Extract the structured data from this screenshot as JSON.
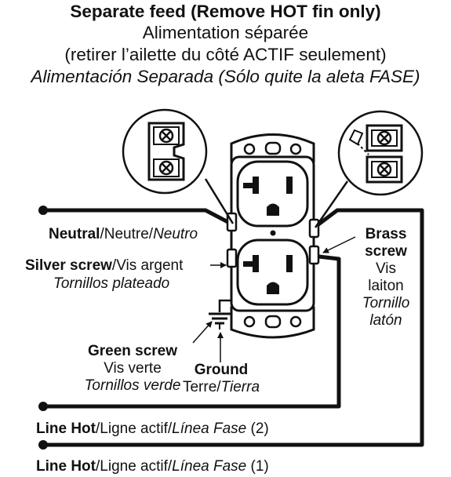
{
  "title": {
    "english": "Separate feed (Remove HOT fin only)",
    "french": "Alimentation séparée",
    "french_note": "(retirer l’ailette du côté ACTIF seulement)",
    "spanish": "Alimentación Separada (Sólo quite la aleta FASE)"
  },
  "labels": {
    "neutral": {
      "en": "Neutral",
      "fr": "/Neutre/",
      "es": "Neutro"
    },
    "silver_screw": {
      "en": "Silver screw",
      "fr": "/Vis argent",
      "es": "Tornillos plateado"
    },
    "brass_screw": {
      "en1": "Brass",
      "en2": "screw",
      "fr1": "Vis",
      "fr2": "laiton",
      "es1": "Tornillo",
      "es2": "latón"
    },
    "green_screw": {
      "en": "Green screw",
      "fr": "Vis verte",
      "es": "Tornillos verde"
    },
    "ground": {
      "en": "Ground",
      "fr": "Terre/",
      "es": "Tierra"
    },
    "line_hot_2": {
      "en": "Line Hot",
      "fr": "/Ligne actif/",
      "es": "Línea Fase",
      "num": " (2)"
    },
    "line_hot_1": {
      "en": "Line Hot",
      "fr": "/Ligne actif/",
      "es": "Línea Fase",
      "num": " (1)"
    }
  },
  "colors": {
    "ink": "#111111",
    "paper": "#ffffff"
  }
}
